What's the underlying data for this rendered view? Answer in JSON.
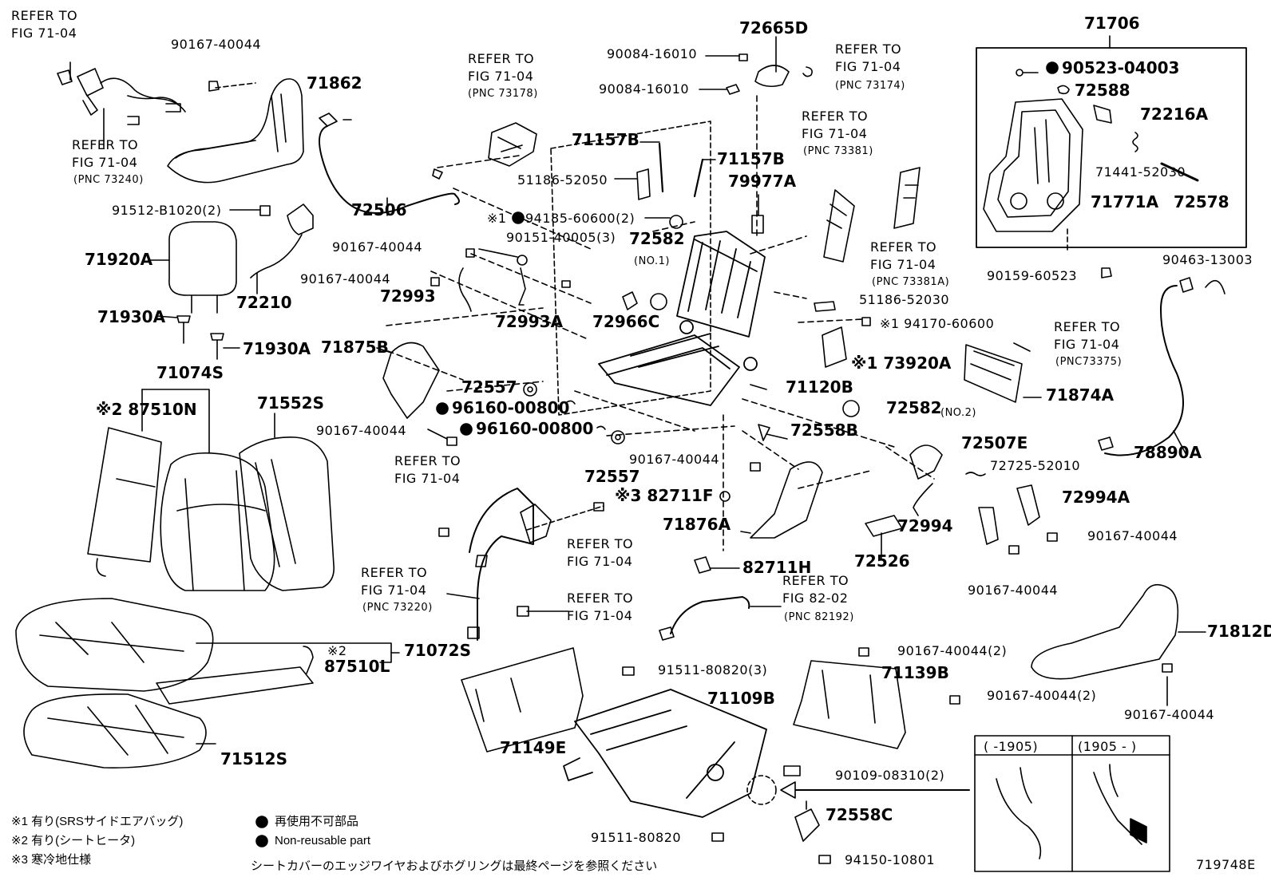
{
  "labels": [
    {
      "text": "REFER TO"
    },
    {
      "text": "FIG 71-04"
    },
    {
      "text": "90167-40044"
    },
    {
      "text": "71862"
    },
    {
      "text": "REFER TO"
    },
    {
      "text": "FIG 71-04"
    },
    {
      "text": "(PNC 73240)"
    },
    {
      "text": "REFER TO"
    },
    {
      "text": "FIG 71-04"
    },
    {
      "text": "(PNC 73178)"
    },
    {
      "text": "72506"
    },
    {
      "text": "91512-B1020(2)"
    },
    {
      "text": "71920A"
    },
    {
      "text": "72210"
    },
    {
      "text": "71930A"
    },
    {
      "text": "71930A"
    },
    {
      "text": "71074S"
    },
    {
      "text": "※2 87510N"
    },
    {
      "text": "71552S"
    },
    {
      "text": "72665D"
    },
    {
      "text": "90084-16010"
    },
    {
      "text": "90084-16010"
    },
    {
      "text": "REFER TO"
    },
    {
      "text": "FIG 71-04"
    },
    {
      "text": "(PNC 73174)"
    },
    {
      "text": "71157B"
    },
    {
      "text": "71157B"
    },
    {
      "text": "51186-52050"
    },
    {
      "text": "79977A"
    },
    {
      "text": "REFER TO"
    },
    {
      "text": "FIG 71-04"
    },
    {
      "text": "(PNC 73381)"
    },
    {
      "text": "REFER TO"
    },
    {
      "text": "FIG 71-04"
    },
    {
      "text": "(PNC 73381A)"
    },
    {
      "text": "※1"
    },
    {
      "text": "94185-60600(2)"
    },
    {
      "text": "90151-40005(3)"
    },
    {
      "text": "72582"
    },
    {
      "text": "(NO.1)"
    },
    {
      "text": "90167-40044"
    },
    {
      "text": "90167-40044"
    },
    {
      "text": "72993"
    },
    {
      "text": "72993A"
    },
    {
      "text": "72966C"
    },
    {
      "text": "51186-52030"
    },
    {
      "text": "※1 94170-60600"
    },
    {
      "text": "71875B"
    },
    {
      "text": "※1 73920A"
    },
    {
      "text": "72557"
    },
    {
      "text": "96160-00800"
    },
    {
      "text": "96160-00800"
    },
    {
      "text": "90167-40044"
    },
    {
      "text": "72557"
    },
    {
      "text": "71120B"
    },
    {
      "text": "72582"
    },
    {
      "text": "(NO.2)"
    },
    {
      "text": "72558B"
    },
    {
      "text": "72507E"
    },
    {
      "text": "72725-52010"
    },
    {
      "text": "REFER TO"
    },
    {
      "text": "FIG 71-04"
    },
    {
      "text": "90167-40044"
    },
    {
      "text": "※3 82711F"
    },
    {
      "text": "71876A"
    },
    {
      "text": "72994A"
    },
    {
      "text": "72994"
    },
    {
      "text": "90167-40044"
    },
    {
      "text": "72526"
    },
    {
      "text": "90167-40044"
    },
    {
      "text": "REFER TO"
    },
    {
      "text": "FIG 71-04"
    },
    {
      "text": "82711H"
    },
    {
      "text": "REFER TO"
    },
    {
      "text": "FIG 71-04"
    },
    {
      "text": "(PNC 73220)"
    },
    {
      "text": "REFER TO"
    },
    {
      "text": "FIG 71-04"
    },
    {
      "text": "REFER TO"
    },
    {
      "text": "FIG 82-02"
    },
    {
      "text": "(PNC 82192)"
    },
    {
      "text": "71072S"
    },
    {
      "text": "※2"
    },
    {
      "text": "87510L"
    },
    {
      "text": "91511-80820(3)"
    },
    {
      "text": "71109B"
    },
    {
      "text": "71149E"
    },
    {
      "text": "71512S"
    },
    {
      "text": "90167-40044(2)"
    },
    {
      "text": "71139B"
    },
    {
      "text": "90167-40044(2)"
    },
    {
      "text": "90109-08310(2)"
    },
    {
      "text": "72558C"
    },
    {
      "text": "91511-80820"
    },
    {
      "text": "94150-10801"
    },
    {
      "text": "71706"
    },
    {
      "text": "90523-04003"
    },
    {
      "text": "72588"
    },
    {
      "text": "72216A"
    },
    {
      "text": "71441-52030"
    },
    {
      "text": "72578"
    },
    {
      "text": "71771A"
    },
    {
      "text": "90159-60523"
    },
    {
      "text": "90463-13003"
    },
    {
      "text": "REFER TO"
    },
    {
      "text": "FIG 71-04"
    },
    {
      "text": "(PNC73375)"
    },
    {
      "text": "71874A"
    },
    {
      "text": "78890A"
    },
    {
      "text": "71812D"
    },
    {
      "text": "90167-40044"
    },
    {
      "text": "(    -1905)"
    },
    {
      "text": "(1905 -    )"
    },
    {
      "text": "719748E"
    }
  ],
  "legend": {
    "note1": "※1 有り(SRSサイドエアバッグ)",
    "note2": "※2 有り(シートヒータ)",
    "note3": "※3 寒冷地仕様",
    "nonreusable_jp": "再使用不可部品",
    "nonreusable_en": "Non-reusable part",
    "footer": "シートカバーのエッジワイヤおよびホグリングは最終ページを参照ください"
  }
}
